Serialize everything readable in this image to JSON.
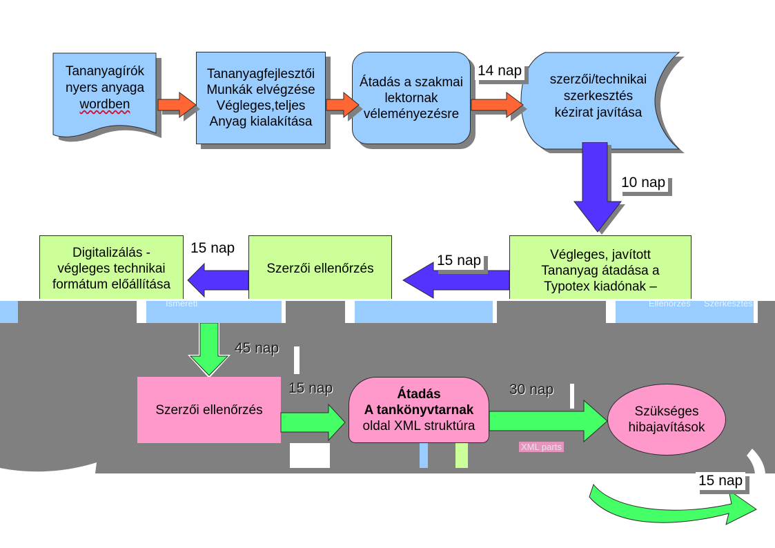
{
  "colors": {
    "box_blue": "#99ccff",
    "box_green": "#ccff99",
    "box_pink": "#ff99cc",
    "arrow_orange": "#ff6633",
    "arrow_purple": "#5533ff",
    "arrow_green": "#44ff66",
    "shadow": "#808080"
  },
  "row1": {
    "doc_lines": [
      "Tananyagírók",
      "nyers anyaga",
      "wordben"
    ],
    "dev_lines": [
      "Tananyagfejlesztői",
      "Munkák elvégzése",
      "Végleges,teljes",
      "Anyag kialakítása"
    ],
    "review_lines": [
      "Átadás a szakmai",
      "lektornak",
      "véleményezésre"
    ],
    "edit_lines": [
      "szerzői/technikai",
      "szerkesztés",
      "kézirat javítása"
    ]
  },
  "row2": {
    "digit_lines": [
      "Digitalizálás -",
      "végleges technikai",
      "formátum előállítása"
    ],
    "author_check": "Szerzői ellenőrzés",
    "final_lines": [
      "Végleges, javított",
      "Tananyag átadása a",
      "Typotex kiadónak –"
    ]
  },
  "row3": {
    "author_check": "Szerzői ellenőrzés",
    "handover_lines": [
      "Átadás",
      "A tankönyvtarnak",
      "oldal XML struktúra"
    ],
    "fix_lines": [
      "Szükséges",
      "hibajavítások"
    ]
  },
  "durations": {
    "d14": "14 nap",
    "d10": "10 nap",
    "d15a": "15 nap",
    "d15b": "15 nap",
    "d45": "45 nap",
    "d15c": "15 nap",
    "d30": "30 nap",
    "d15d": "15 nap"
  },
  "glitch_text": {
    "g1": "Ismeretl",
    "g2": "Ellenőrzés",
    "g3": "Szerkesztés",
    "g4": "XML parts"
  }
}
